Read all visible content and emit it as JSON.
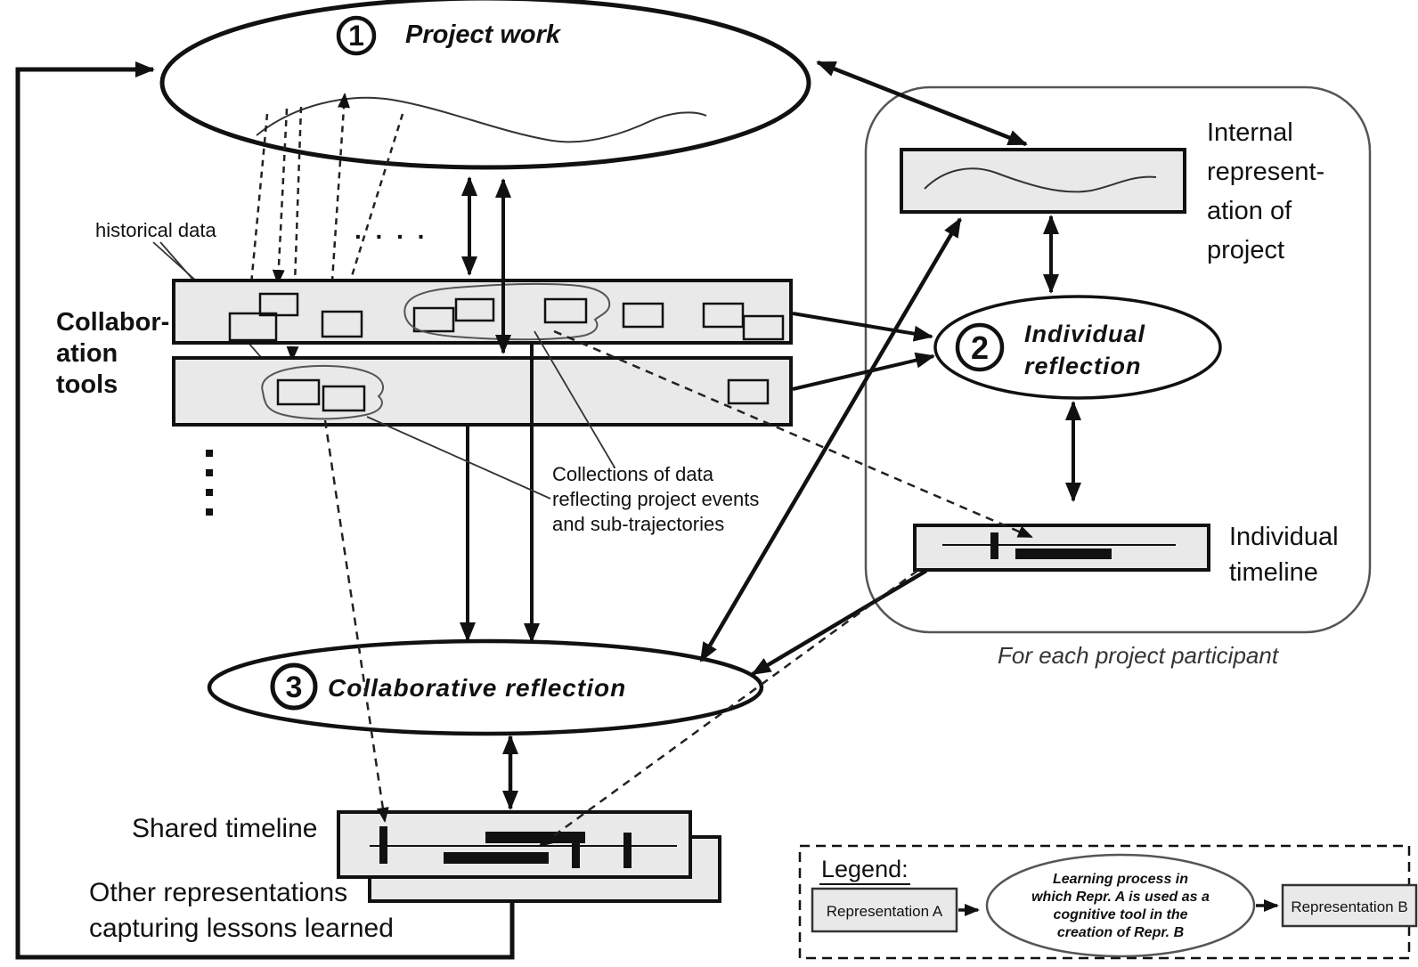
{
  "labels": {
    "step1_num": "1",
    "step1": "Project work",
    "step2_num": "2",
    "step2_line1": "Individual",
    "step2_line2": "reflection",
    "step3_num": "3",
    "step3": "Collaborative reflection",
    "historical_data": "historical data",
    "dots_h": ". . . .",
    "collab_tools": [
      "Collabor-",
      "ation",
      "tools"
    ],
    "collections": [
      "Collections of data",
      "reflecting project events",
      "and sub-trajectories"
    ],
    "internal_repr": [
      "Internal",
      "represent-",
      "ation of",
      "project"
    ],
    "individual_timeline": [
      "Individual",
      "timeline"
    ],
    "for_each": "For each project participant",
    "shared_timeline": "Shared timeline",
    "other_repr": [
      "Other representations",
      "capturing lessons learned"
    ]
  },
  "legend": {
    "title": "Legend:",
    "repr_a": "Representation A",
    "repr_b": "Representation B",
    "process": [
      "Learning process in",
      "which  Repr. A is used as a",
      "cognitive tool in the",
      "creation of Repr. B"
    ]
  },
  "colors": {
    "panel_fill": "#e9e9e9",
    "line": "#111111",
    "soft_line": "#555555",
    "background": "#ffffff"
  }
}
